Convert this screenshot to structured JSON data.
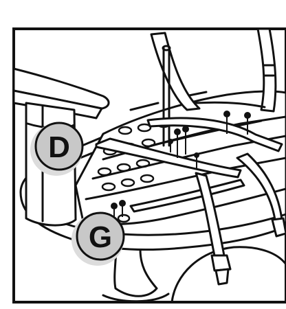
{
  "figure": {
    "callouts": [
      {
        "id": "D",
        "label": "D"
      },
      {
        "id": "G",
        "label": "G"
      }
    ],
    "colors": {
      "line": "#111111",
      "background": "#ffffff",
      "callout_fill": "#c8c8c8",
      "shadow": "#dcdcdc"
    }
  }
}
